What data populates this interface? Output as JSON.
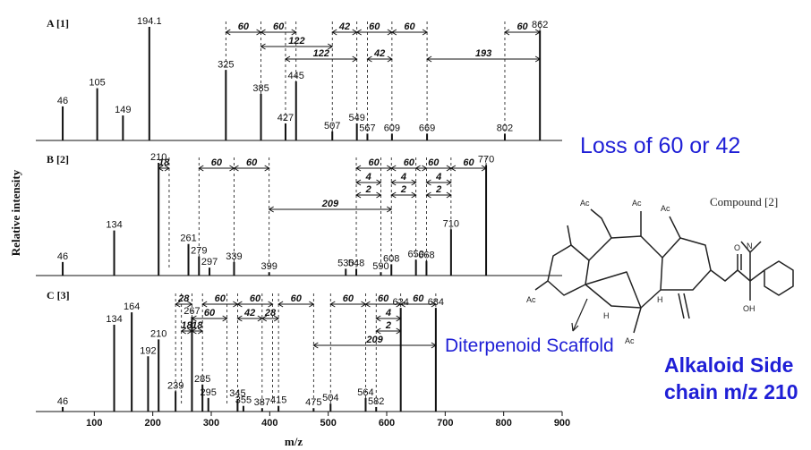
{
  "chart_data": {
    "type": "bar",
    "xlabel": "m/z",
    "ylabel": "Relative intensity",
    "xlim": [
      0,
      900
    ],
    "xticks": [
      100,
      200,
      300,
      400,
      500,
      600,
      700,
      800,
      900
    ],
    "panels": [
      {
        "label": "A [1]",
        "peaks": [
          {
            "mz": 46,
            "rel": 0.3,
            "label": "46"
          },
          {
            "mz": 105,
            "rel": 0.46,
            "label": "105"
          },
          {
            "mz": 149,
            "rel": 0.22,
            "label": "149"
          },
          {
            "mz": 194.1,
            "rel": 1.0,
            "label": "194.1"
          },
          {
            "mz": 325,
            "rel": 0.62,
            "label": "325"
          },
          {
            "mz": 385,
            "rel": 0.41,
            "label": "385"
          },
          {
            "mz": 427,
            "rel": 0.15,
            "label": "427"
          },
          {
            "mz": 445,
            "rel": 0.52,
            "label": "445"
          },
          {
            "mz": 507,
            "rel": 0.08,
            "label": "507"
          },
          {
            "mz": 549,
            "rel": 0.15,
            "label": "549"
          },
          {
            "mz": 567,
            "rel": 0.06,
            "label": "567"
          },
          {
            "mz": 609,
            "rel": 0.06,
            "label": "609"
          },
          {
            "mz": 669,
            "rel": 0.06,
            "label": "669"
          },
          {
            "mz": 802,
            "rel": 0.06,
            "label": "802"
          },
          {
            "mz": 862,
            "rel": 0.97,
            "label": "862"
          }
        ],
        "losses": [
          {
            "from": 325,
            "to": 385,
            "label": "60",
            "row": 0
          },
          {
            "from": 385,
            "to": 445,
            "label": "60",
            "row": 0
          },
          {
            "from": 507,
            "to": 549,
            "label": "42",
            "row": 0
          },
          {
            "from": 549,
            "to": 609,
            "label": "60",
            "row": 0
          },
          {
            "from": 609,
            "to": 669,
            "label": "60",
            "row": 0
          },
          {
            "from": 802,
            "to": 862,
            "label": "60",
            "row": 0
          },
          {
            "from": 385,
            "to": 507,
            "label": "122",
            "row": 1
          },
          {
            "from": 427,
            "to": 549,
            "label": "122",
            "row": 2
          },
          {
            "from": 567,
            "to": 609,
            "label": "42",
            "row": 2
          },
          {
            "from": 669,
            "to": 862,
            "label": "193",
            "row": 2
          }
        ]
      },
      {
        "label": "B [2]",
        "peaks": [
          {
            "mz": 46,
            "rel": 0.12,
            "label": "46"
          },
          {
            "mz": 134,
            "rel": 0.4,
            "label": "134"
          },
          {
            "mz": 210,
            "rel": 1.0,
            "label": "210"
          },
          {
            "mz": 261,
            "rel": 0.28,
            "label": "261"
          },
          {
            "mz": 279,
            "rel": 0.17,
            "label": "279"
          },
          {
            "mz": 297,
            "rel": 0.07,
            "label": "297"
          },
          {
            "mz": 339,
            "rel": 0.12,
            "label": "339"
          },
          {
            "mz": 399,
            "rel": 0.03,
            "label": "399"
          },
          {
            "mz": 530,
            "rel": 0.06,
            "label": "530"
          },
          {
            "mz": 548,
            "rel": 0.06,
            "label": "548"
          },
          {
            "mz": 590,
            "rel": 0.03,
            "label": "590"
          },
          {
            "mz": 608,
            "rel": 0.1,
            "label": "608"
          },
          {
            "mz": 650,
            "rel": 0.14,
            "label": "650"
          },
          {
            "mz": 668,
            "rel": 0.13,
            "label": "668"
          },
          {
            "mz": 710,
            "rel": 0.41,
            "label": "710"
          },
          {
            "mz": 770,
            "rel": 0.98,
            "label": "770"
          }
        ],
        "losses": [
          {
            "from": 210,
            "to": 228,
            "label": "18",
            "row": 0
          },
          {
            "from": 279,
            "to": 339,
            "label": "60",
            "row": 0
          },
          {
            "from": 339,
            "to": 399,
            "label": "60",
            "row": 0
          },
          {
            "from": 548,
            "to": 608,
            "label": "60",
            "row": 0
          },
          {
            "from": 608,
            "to": 668,
            "label": "60",
            "row": 0
          },
          {
            "from": 650,
            "to": 710,
            "label": "60",
            "row": 0
          },
          {
            "from": 710,
            "to": 770,
            "label": "60",
            "row": 0
          },
          {
            "from": 548,
            "to": 590,
            "label": "4",
            "row": 1
          },
          {
            "from": 608,
            "to": 650,
            "label": "4",
            "row": 1
          },
          {
            "from": 668,
            "to": 710,
            "label": "4",
            "row": 1
          },
          {
            "from": 548,
            "to": 590,
            "label": "2",
            "row": 2
          },
          {
            "from": 608,
            "to": 650,
            "label": "2",
            "row": 2
          },
          {
            "from": 668,
            "to": 710,
            "label": "2",
            "row": 2
          },
          {
            "from": 399,
            "to": 608,
            "label": "209",
            "row": 3
          }
        ]
      },
      {
        "label": "C [3]",
        "peaks": [
          {
            "mz": 46,
            "rel": 0.04,
            "label": "46"
          },
          {
            "mz": 134,
            "rel": 0.77,
            "label": "134"
          },
          {
            "mz": 164,
            "rel": 0.88,
            "label": "164"
          },
          {
            "mz": 192,
            "rel": 0.49,
            "label": "192"
          },
          {
            "mz": 210,
            "rel": 0.64,
            "label": "210"
          },
          {
            "mz": 239,
            "rel": 0.18,
            "label": "239"
          },
          {
            "mz": 267,
            "rel": 0.84,
            "label": "267"
          },
          {
            "mz": 285,
            "rel": 0.24,
            "label": "285"
          },
          {
            "mz": 295,
            "rel": 0.12,
            "label": "295"
          },
          {
            "mz": 345,
            "rel": 0.11,
            "label": "345"
          },
          {
            "mz": 355,
            "rel": 0.05,
            "label": "355"
          },
          {
            "mz": 387,
            "rel": 0.03,
            "label": "387"
          },
          {
            "mz": 415,
            "rel": 0.05,
            "label": "415"
          },
          {
            "mz": 475,
            "rel": 0.03,
            "label": "475"
          },
          {
            "mz": 504,
            "rel": 0.07,
            "label": "504"
          },
          {
            "mz": 564,
            "rel": 0.12,
            "label": "564"
          },
          {
            "mz": 582,
            "rel": 0.04,
            "label": "582"
          },
          {
            "mz": 624,
            "rel": 0.92,
            "label": "624"
          },
          {
            "mz": 684,
            "rel": 0.92,
            "label": "684"
          }
        ],
        "losses": [
          {
            "from": 239,
            "to": 267,
            "label": "28",
            "row": 0
          },
          {
            "from": 285,
            "to": 345,
            "label": "60",
            "row": 0
          },
          {
            "from": 345,
            "to": 405,
            "label": "60",
            "row": 0
          },
          {
            "from": 415,
            "to": 475,
            "label": "60",
            "row": 0
          },
          {
            "from": 504,
            "to": 564,
            "label": "60",
            "row": 0
          },
          {
            "from": 564,
            "to": 624,
            "label": "60",
            "row": 0
          },
          {
            "from": 624,
            "to": 684,
            "label": "60",
            "row": 0
          },
          {
            "from": 267,
            "to": 327,
            "label": "60",
            "row": 1
          },
          {
            "from": 345,
            "to": 387,
            "label": "42",
            "row": 1
          },
          {
            "from": 387,
            "to": 415,
            "label": "28",
            "row": 1
          },
          {
            "from": 582,
            "to": 624,
            "label": "4",
            "row": 1
          },
          {
            "from": 249,
            "to": 267,
            "label": "18",
            "row": 2
          },
          {
            "from": 267,
            "to": 285,
            "label": "18",
            "row": 2
          },
          {
            "from": 582,
            "to": 624,
            "label": "2",
            "row": 2
          },
          {
            "from": 475,
            "to": 684,
            "label": "209",
            "row": 3
          }
        ]
      }
    ]
  },
  "annotations": {
    "loss_note": "Loss of 60 or 42",
    "scaffold_note": "Diterpenoid Scaffold",
    "sidechain_note": "Alkaloid Side chain m/z 210"
  },
  "structure": {
    "compound_label": "Compound [2]",
    "ac_label": "Ac",
    "h_label": "H",
    "oh_label": "OH",
    "o_label": "O",
    "n_label": "N"
  },
  "colors": {
    "annotation": "#1f1fd6",
    "spectrum": "#111111"
  }
}
